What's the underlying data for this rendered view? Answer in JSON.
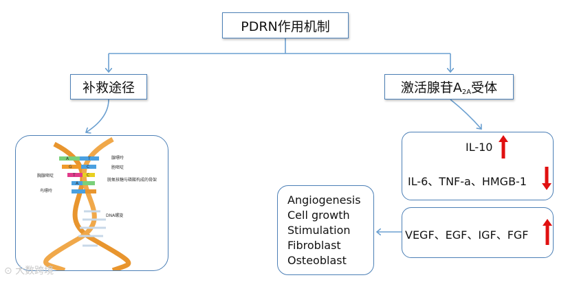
{
  "root": {
    "label": "PDRN作用机制"
  },
  "left_branch": {
    "label": "补救途径"
  },
  "right_branch": {
    "label_main": "激活腺苷A",
    "label_sub": "2A",
    "label_suffix": "受体"
  },
  "dna_figure": {
    "labels": [
      "胸腺嘧啶",
      "鸟嘌呤",
      "腺嘌呤",
      "胞嘧啶",
      "脱氧核糖与磷酸构成的骨架",
      "DNA螺旋"
    ],
    "bases": [
      "A",
      "T",
      "G",
      "C",
      "T",
      "C",
      "A"
    ]
  },
  "cytokines": {
    "up": "IL-10",
    "down": "IL-6、TNF-a、HMGB-1"
  },
  "growth_factors": {
    "label": "VEGF、EGF、IGF、FGF"
  },
  "effects": [
    "Angiogenesis",
    "Cell growth",
    "Stimulation",
    "Fibroblast",
    "Osteoblast"
  ],
  "watermark": "大数跨境",
  "colors": {
    "border": "#4a7eb5",
    "arrow_up": "#e01010",
    "arrow_down": "#e01010",
    "connector": "#6a9fd0"
  }
}
